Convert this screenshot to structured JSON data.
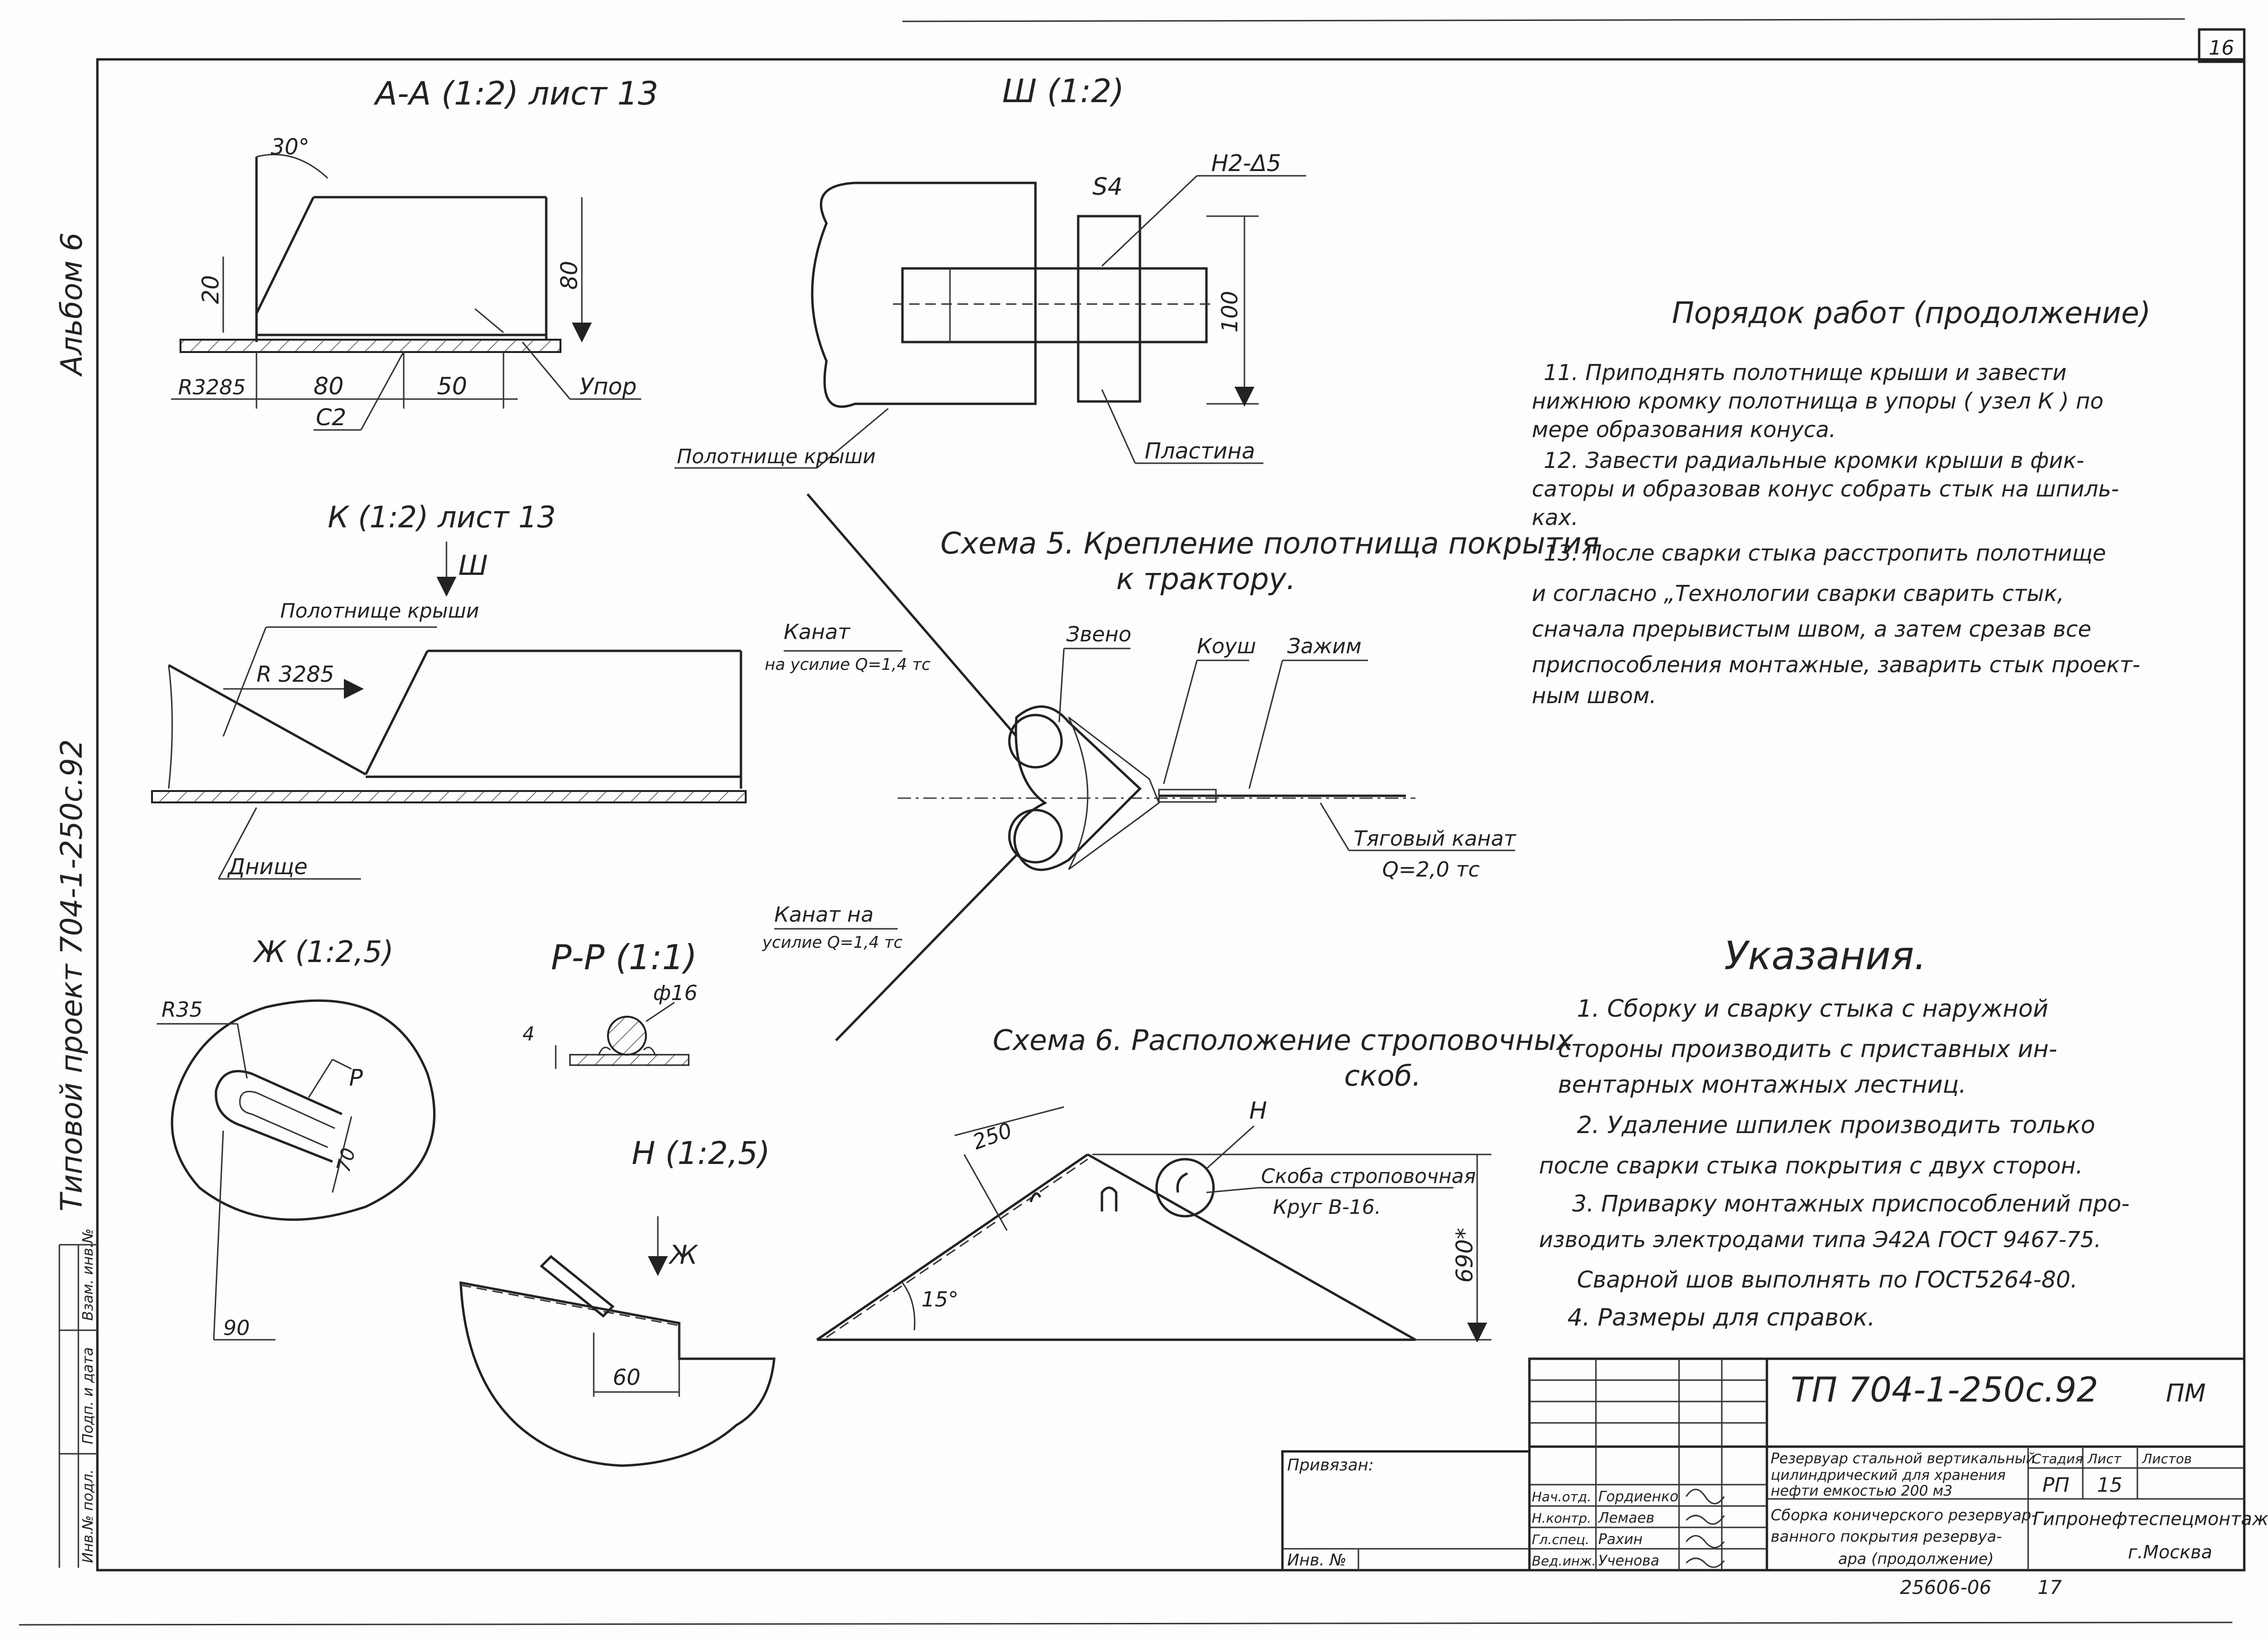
{
  "sheet_number": "16",
  "side": {
    "album": "Альбом 6",
    "project": "Типовой проект 704-1-250с.92",
    "inv_labels": [
      "Инв.№ подл.",
      "Подп. и дата",
      "Взам. инв.№"
    ]
  },
  "section_aa": {
    "title": "А-А (1:2) лист 13",
    "angle": "30°",
    "h20": "20",
    "h80": "80",
    "r": "R3285",
    "d80": "80",
    "d50": "50",
    "c2": "С2",
    "stop": "Упор"
  },
  "view_sh": {
    "title": "Ш (1:2)",
    "s4": "S4",
    "weld": "Н2-Δ5",
    "d100": "100",
    "plate": "Пластина",
    "sheet_label": "Полотнище крыши"
  },
  "node_k": {
    "title": "К (1:2) лист 13",
    "arrow": "Ш",
    "sheet_label": "Полотнище крыши",
    "r": "R 3285",
    "bottom": "Днище"
  },
  "scheme5": {
    "title": "Схема 5. Крепление полотнища покрытия к трактору.",
    "rope1": "Канат",
    "rope1_load": "на усилие Q=1,4 тс",
    "link": "Звено",
    "thimble": "Коуш",
    "clamp": "Зажим",
    "pull_rope": "Тяговый канат",
    "pull_load": "Q=2,0 тс",
    "rope2": "Канат на",
    "rope2_load": "усилие Q=1,4 тс"
  },
  "node_zh": {
    "title": "Ж (1:2,5)",
    "r": "R35",
    "p": "Р",
    "d70": "70",
    "d90": "90"
  },
  "section_p": {
    "title": "Р-Р (1:1)",
    "dia": "ф16",
    "h": "4"
  },
  "node_n": {
    "title": "Н (1:2,5)",
    "arrow": "Ж",
    "d60": "60"
  },
  "scheme6": {
    "title": "Схема 6. Расположение строповочных скоб.",
    "d250": "250",
    "n": "Н",
    "bracket": "Скоба строповочная",
    "bracket_mat": "Круг В-16.",
    "h": "690*",
    "angle": "15°"
  },
  "procedure": {
    "title": "Порядок работ (продолжение)",
    "lines": [
      "11. Приподнять полотнище крыши и завести",
      "нижнюю кромку полотнища в упоры ( узел К ) по",
      "мере образования конуса.",
      "12. Завести радиальные кромки крыши в фик-",
      "саторы и образовав конус собрать стык на шпиль-",
      "ках.",
      "13. После сварки стыка расстропить полотнище",
      "и согласно „Технологии сварки сварить стык,",
      "сначала прерывистым швом, а затем срезав все",
      "приспособления монтажные, заварить стык проект-",
      "ным швом."
    ]
  },
  "notes": {
    "title": "Указания.",
    "lines": [
      "1. Сборку и сварку стыка с наружной",
      "стороны производить с приставных ин-",
      "вентарных монтажных лестниц.",
      "2. Удаление шпилек производить только",
      "после сварки стыка покрытия с двух сторон.",
      "3. Приварку монтажных приспособлений про-",
      "изводить электродами типа Э42А ГОСТ 9467-75.",
      "Сварной шов выполнять по ГОСТ5264-80.",
      "4. Размеры для справок."
    ]
  },
  "title_block": {
    "code": "ТП 704-1-250с.92",
    "mark": "ПМ",
    "bound": "Привязан:",
    "inv": "Инв. №",
    "roles": [
      "Нач.отд.",
      "Н.контр.",
      "Гл.спец.",
      "Вед.инж."
    ],
    "names": [
      "Гордиенко",
      "Лемаев",
      "Рахин",
      "Ученова"
    ],
    "desc": [
      "Резервуар стальной вертикальный",
      "цилиндрический для хранения",
      "нефти емкостью 200 м3"
    ],
    "sheet_title": [
      "Сборка коничерского резервуар-",
      "ванного покрытия резервуа-",
      "ара (продолжение)"
    ],
    "col_stage": "Стадия",
    "col_sheet": "Лист",
    "col_sheets": "Листов",
    "stage": "РП",
    "sheet": "15",
    "org": "Гипронефтеспецмонтаж",
    "city": "г.Москва"
  },
  "footer": {
    "number": "25606-06",
    "page": "17"
  }
}
